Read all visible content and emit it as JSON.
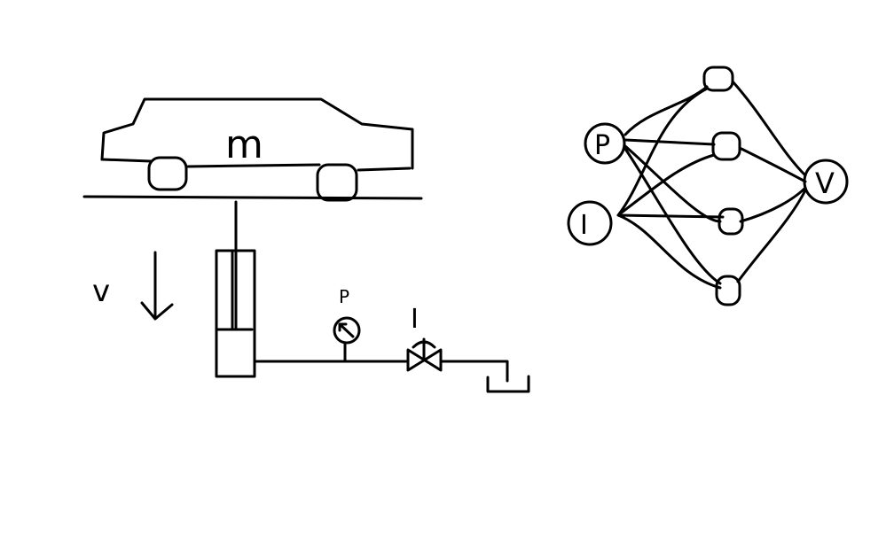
{
  "system_sketch": {
    "mass_label": "m",
    "velocity_label": "v",
    "pressure_label": "P",
    "valve_label": "I"
  },
  "network": {
    "inputs": [
      "P",
      "I"
    ],
    "output": "V",
    "hidden_count": 4
  }
}
